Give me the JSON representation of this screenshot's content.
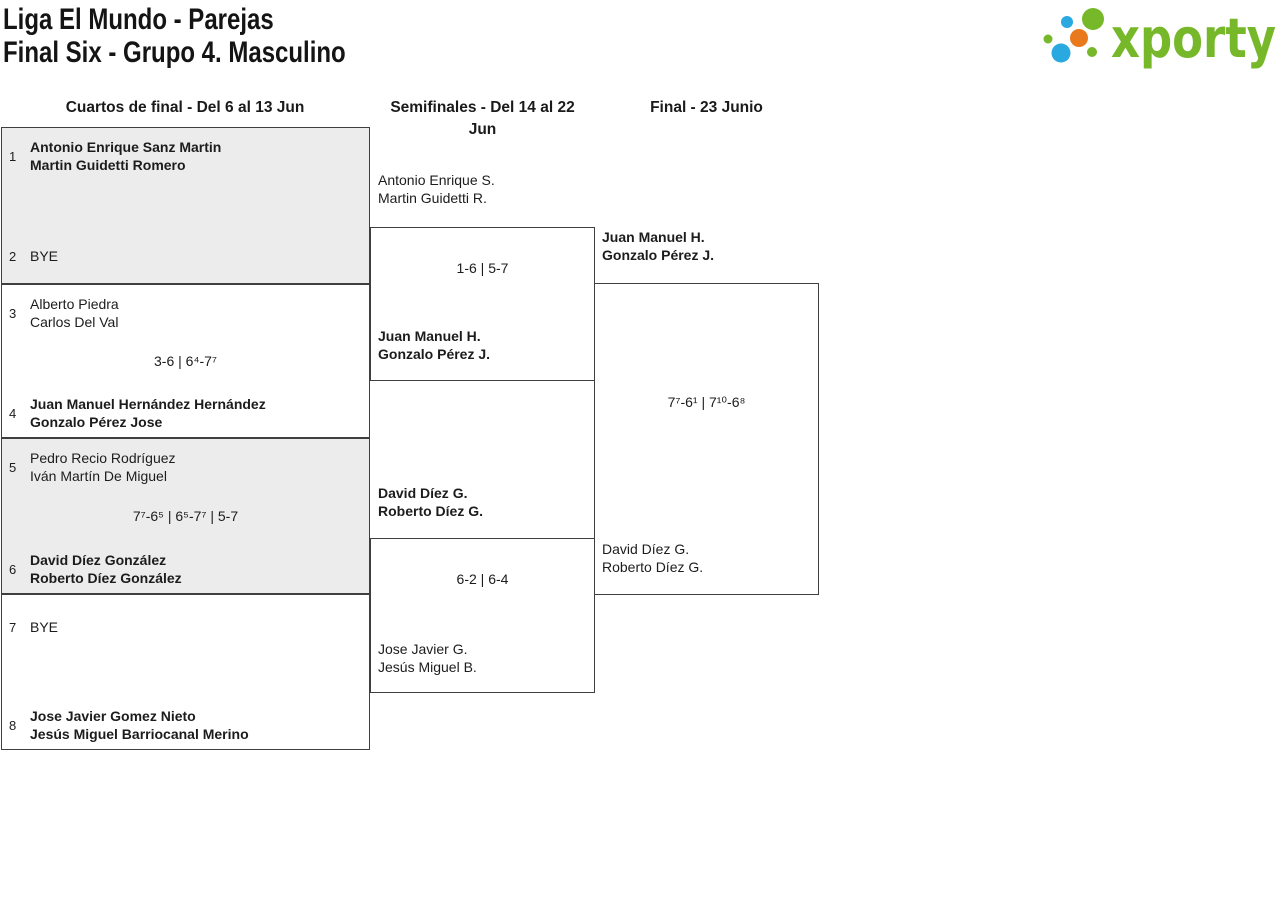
{
  "colors": {
    "brand_green": "#76b82a",
    "dot_blue": "#29a9e0",
    "dot_orange": "#e8791d",
    "box_gray": "#ececec",
    "line": "#3f3f3f",
    "text": "#1c1c1c"
  },
  "header": {
    "title_line1": "Liga El Mundo - Parejas",
    "title_line2": "Final Six - Grupo 4. Masculino",
    "logo_text": "xporty"
  },
  "columns": [
    {
      "label": "Cuartos de final - Del 6 al 13 Jun"
    },
    {
      "label_line1": "Semifinales - Del 14 al 22",
      "label_line2": "Jun"
    },
    {
      "label": "Final - 23 Junio"
    }
  ],
  "qf": {
    "m1": {
      "seed_top": "1",
      "top1": "Antonio Enrique Sanz Martin",
      "top2": "Martin Guidetti Romero",
      "seed_bottom": "2",
      "bottom1": "BYE",
      "winner": "top"
    },
    "m2": {
      "seed_top": "3",
      "top1": "Alberto Piedra",
      "top2": "Carlos Del Val",
      "score": "3-6 | 6⁴-7⁷",
      "seed_bottom": "4",
      "bottom1": "Juan Manuel Hernández Hernández",
      "bottom2": "Gonzalo Pérez Jose",
      "winner": "bottom"
    },
    "m3": {
      "seed_top": "5",
      "top1": "Pedro Recio Rodríguez",
      "top2": "Iván Martín De Miguel",
      "score": "7⁷-6⁵ | 6⁵-7⁷ | 5-7",
      "seed_bottom": "6",
      "bottom1": "David Díez González",
      "bottom2": "Roberto Díez González",
      "winner": "bottom"
    },
    "m4": {
      "seed_top": "7",
      "top1": "BYE",
      "seed_bottom": "8",
      "bottom1": "Jose Javier Gomez Nieto",
      "bottom2": "Jesús Miguel Barriocanal Merino",
      "winner": "bottom"
    }
  },
  "sf": {
    "m1": {
      "top1": "Antonio Enrique S.",
      "top2": "Martin Guidetti R.",
      "score": "1-6 | 5-7",
      "bottom1": "Juan Manuel H.",
      "bottom2": "Gonzalo Pérez J.",
      "winner": "bottom"
    },
    "m2": {
      "top1": "David Díez G.",
      "top2": "Roberto Díez G.",
      "score": "6-2 | 6-4",
      "bottom1": "Jose Javier G.",
      "bottom2": "Jesús Miguel B.",
      "winner": "top"
    }
  },
  "final": {
    "m1": {
      "top1": "Juan Manuel H.",
      "top2": "Gonzalo Pérez J.",
      "score": "7⁷-6¹ | 7¹⁰-6⁸",
      "bottom1": "David Díez G.",
      "bottom2": "Roberto Díez G.",
      "winner": "top"
    }
  }
}
